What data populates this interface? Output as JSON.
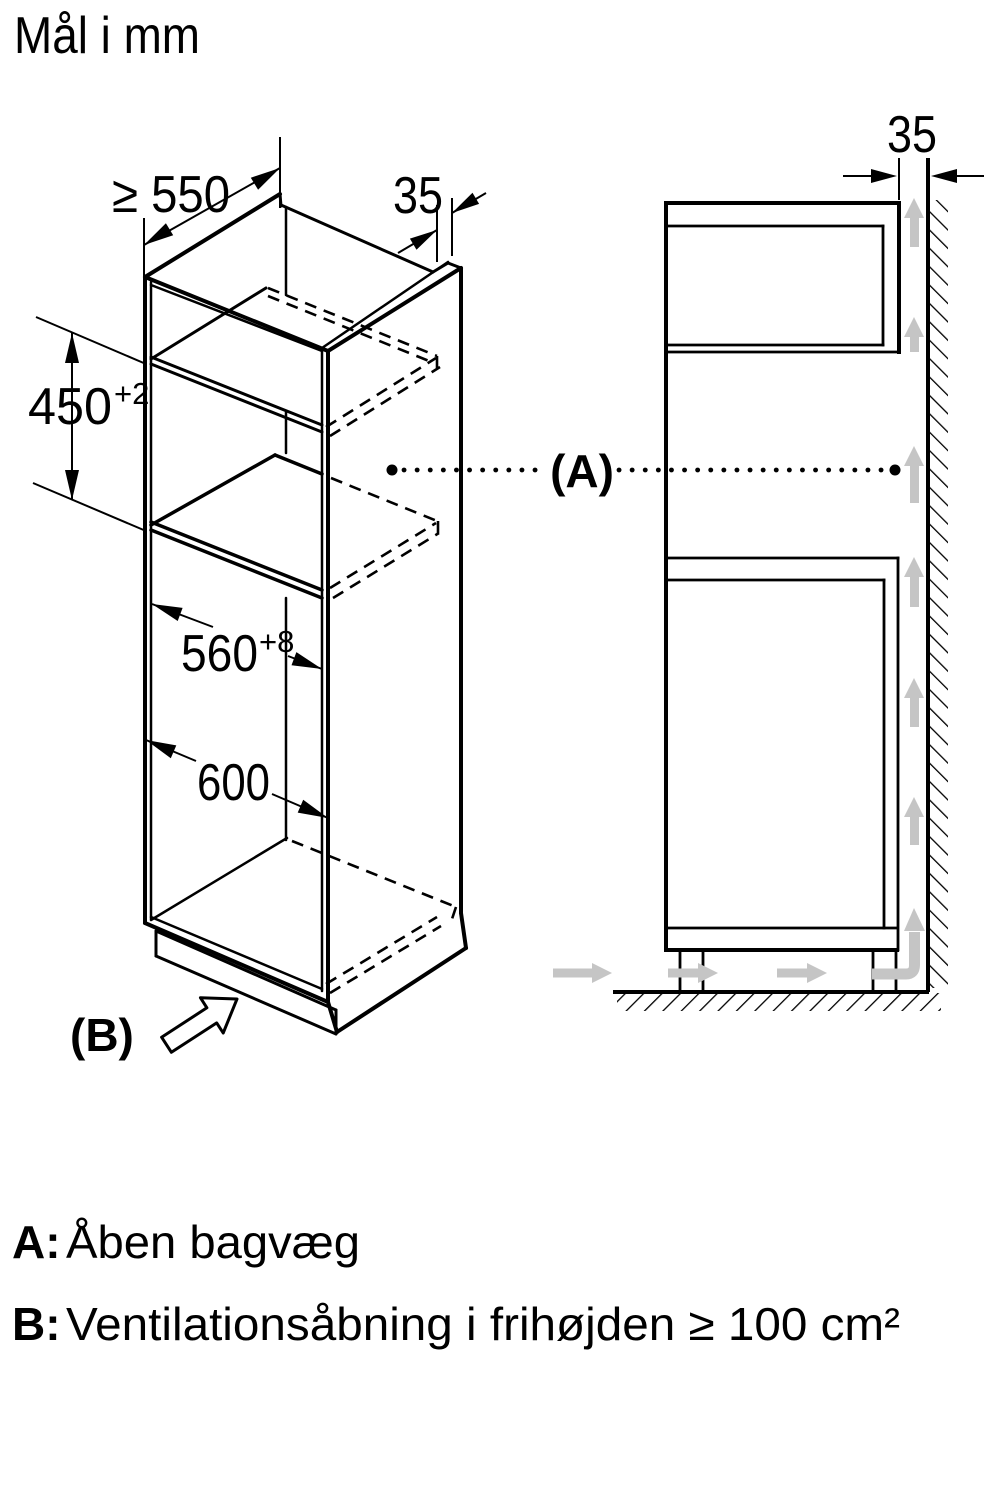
{
  "title": "Mål i mm",
  "colors": {
    "line": "#000000",
    "airflow_gray": "#c5c5c5",
    "background": "#ffffff"
  },
  "isometric_view": {
    "description": "tall-cabinet-front-isometric",
    "dim_depth_min": "≥ 550",
    "dim_back_gap": "35",
    "dim_niche_height": "450",
    "dim_niche_height_tolerance": "+2",
    "dim_niche_width": "560",
    "dim_niche_width_tolerance": "+8",
    "dim_cabinet_width": "600",
    "label_ventilation": "(B)"
  },
  "side_view": {
    "description": "cabinet-side-section-at-wall",
    "dim_wall_gap": "35",
    "label_open_back": "(A)"
  },
  "legend": {
    "item_a_prefix": "A:",
    "item_a_text": "Åben bagvæg",
    "item_b_prefix": "B:",
    "item_b_text": "Ventilationsåbning i frihøjden ≥ 100 cm²"
  }
}
